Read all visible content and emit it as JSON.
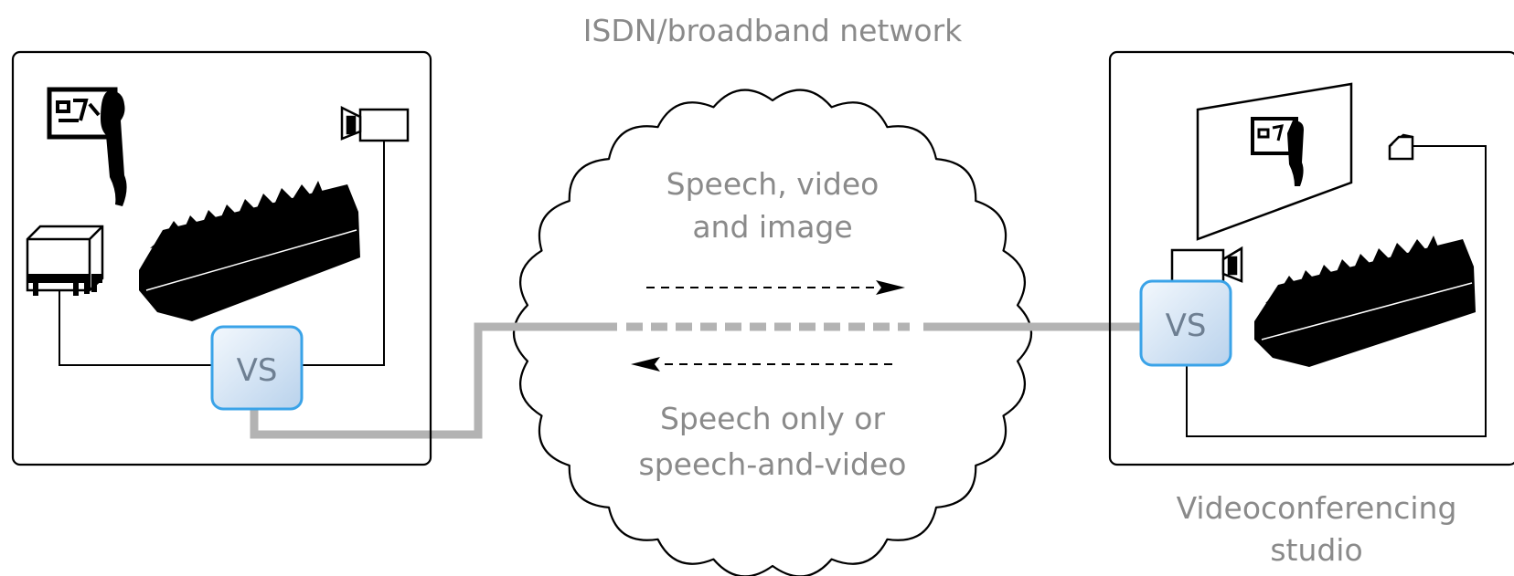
{
  "network_label": "ISDN/broadband network",
  "cloud": {
    "forward_line1": "Speech, video",
    "forward_line2": "and image",
    "return_line1": "Speech only or",
    "return_line2": "speech-and-video"
  },
  "left_site": {
    "vs_label": "VS"
  },
  "right_site": {
    "vs_label": "VS",
    "caption_line1": "Videoconferencing",
    "caption_line2": "studio"
  },
  "colors": {
    "link": "#b3b3b3",
    "vs_border": "#3aa3e8",
    "vs_fill_light": "#f3f8fd",
    "vs_fill_dark": "#b9d2ec",
    "label_text": "#8a8a8a"
  }
}
